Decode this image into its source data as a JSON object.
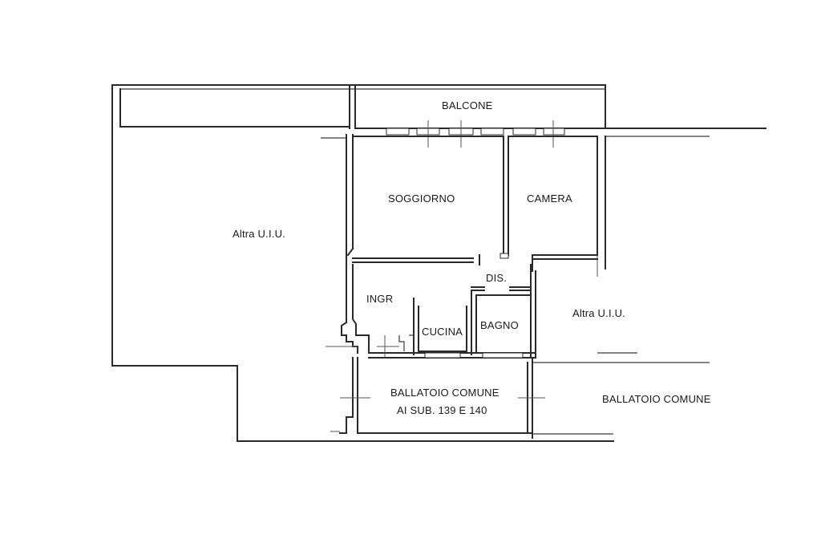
{
  "floorplan": {
    "labels": {
      "balcone": "BALCONE",
      "soggiorno": "SOGGIORNO",
      "camera": "CAMERA",
      "altra_uiu_left": "Altra U.I.U.",
      "dis": "DIS.",
      "ingr": "INGR",
      "cucina": "CUCINA",
      "bagno": "BAGNO",
      "altra_uiu_right": "Altra U.I.U.",
      "ballatoio_comune_center": "BALLATOIO COMUNE",
      "ballatoio_sub": "AI SUB. 139 E 140",
      "ballatoio_comune_right": "BALLATOIO COMUNE"
    },
    "colors": {
      "line": "#2a2a2a",
      "background": "#ffffff"
    }
  }
}
